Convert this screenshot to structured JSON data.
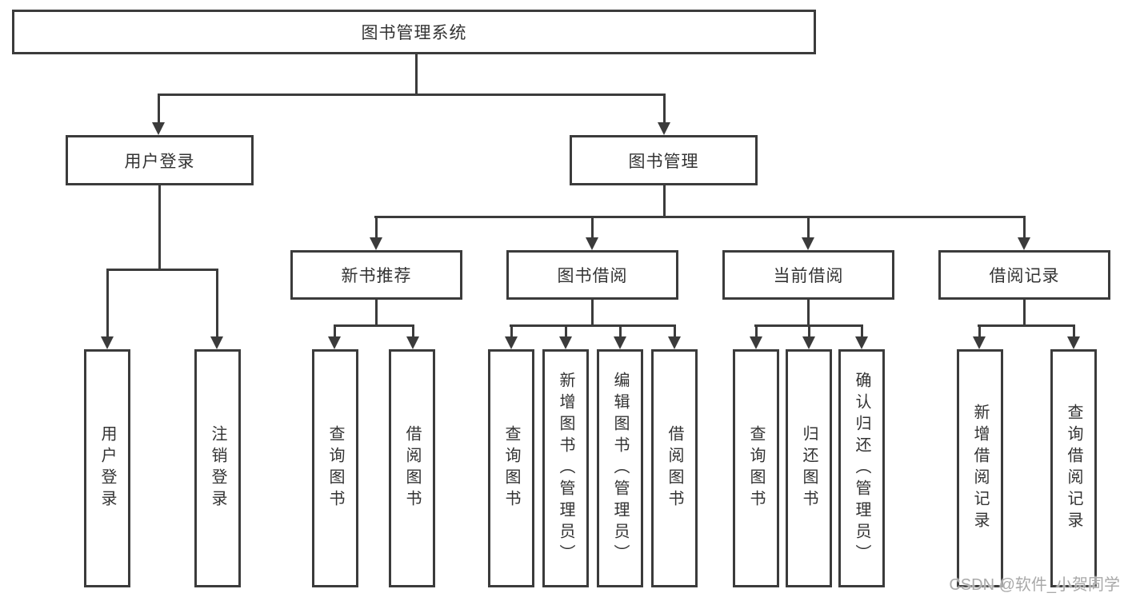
{
  "diagram": {
    "root": {
      "label": "图书管理系统"
    },
    "branches": [
      {
        "label": "用户登录",
        "children": [
          {
            "label": "用户登录"
          },
          {
            "label": "注销登录"
          }
        ]
      },
      {
        "label": "图书管理",
        "children": [
          {
            "label": "新书推荐",
            "children": [
              {
                "label": "查询图书"
              },
              {
                "label": "借阅图书"
              }
            ]
          },
          {
            "label": "图书借阅",
            "children": [
              {
                "label": "查询图书"
              },
              {
                "label": "新增图书（管理员）"
              },
              {
                "label": "编辑图书（管理员）"
              },
              {
                "label": "借阅图书"
              }
            ]
          },
          {
            "label": "当前借阅",
            "children": [
              {
                "label": "查询图书"
              },
              {
                "label": "归还图书"
              },
              {
                "label": "确认归还（管理员）"
              }
            ]
          },
          {
            "label": "借阅记录",
            "children": [
              {
                "label": "新增借阅记录"
              },
              {
                "label": "查询借阅记录"
              }
            ]
          }
        ]
      }
    ]
  },
  "watermark": "CSDN @软件_小贺同学",
  "colors": {
    "line": "#3b3b3b",
    "text": "#333333",
    "watermark": "#a9a9a9",
    "background": "#ffffff"
  }
}
